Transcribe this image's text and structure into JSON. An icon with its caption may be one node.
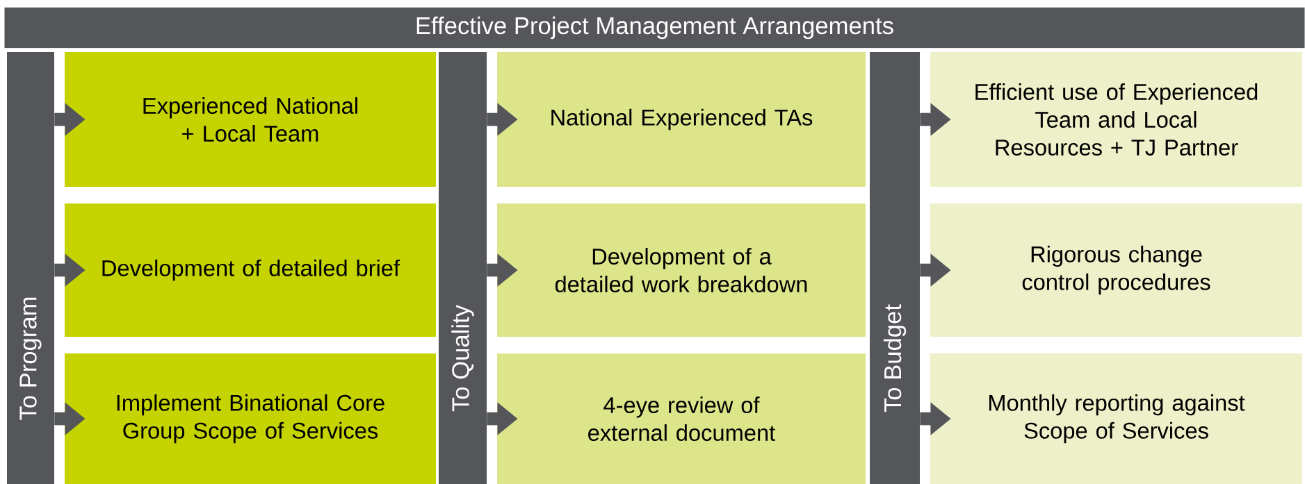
{
  "diagram": {
    "title": "Effective Project Management Arrangements",
    "nodes": [
      {
        "text": [
          "To Program"
        ]
      },
      {
        "text": [
          "Experienced National + Local Team"
        ]
      },
      {
        "text": [
          "Development of detailed brief"
        ]
      },
      {
        "text": [
          "Implement Binational Core Group Scope of Services"
        ]
      },
      {
        "text": [
          "To Quality"
        ]
      },
      {
        "text": [
          "National Experienced TAs"
        ]
      },
      {
        "text": [
          "Development of a detailed work breakdown"
        ]
      },
      {
        "text": [
          "4-eye review of external document"
        ]
      },
      {
        "text": [
          "To Budget"
        ]
      },
      {
        "text": [
          "Efficient use of Experienced Team and Local Resources + TJ Partner"
        ]
      },
      {
        "text": [
          "Rigorous change control procedures"
        ]
      },
      {
        "text": [
          "Monthly reporting against Scope of Services"
        ]
      }
    ],
    "edges": [
      {
        "from": 0,
        "to": 1,
        "arrow": "to"
      },
      {
        "from": 0,
        "to": 2,
        "arrow": "to"
      },
      {
        "from": 0,
        "to": 3,
        "arrow": "to"
      },
      {
        "from": 4,
        "to": 5,
        "arrow": "to"
      },
      {
        "from": 4,
        "to": 6,
        "arrow": "to"
      },
      {
        "from": 4,
        "to": 7,
        "arrow": "to"
      },
      {
        "from": 8,
        "to": 9,
        "arrow": "to"
      },
      {
        "from": 8,
        "to": 10,
        "arrow": "to"
      },
      {
        "from": 8,
        "to": 11,
        "arrow": "to"
      }
    ]
  }
}
